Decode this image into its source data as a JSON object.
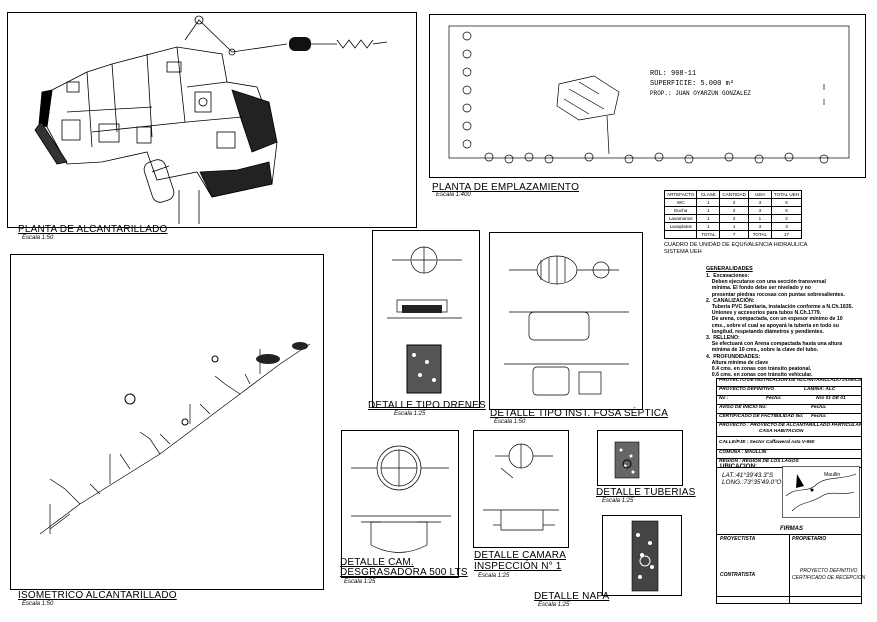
{
  "planta_alcantarillado": {
    "title": "PLANTA DE ALCANTARILLADO",
    "scale": "Escala 1:50"
  },
  "emplazamiento": {
    "title": "PLANTA DE EMPLAZAMIENTO",
    "scale": "Escala 1:400",
    "rol": "ROL: 908-11",
    "superficie": "SUPERFICIE: 5.000 m²",
    "prop": "PROP.: JUAN OYARZUN GONZALEZ"
  },
  "ueh_table": {
    "headers": [
      "ARTEFACTO",
      "CLASE",
      "CANTIDAD",
      "UEH",
      "TOTAL UEH"
    ],
    "rows": [
      [
        "WC",
        "1",
        "2",
        "3",
        "6"
      ],
      [
        "Ducha",
        "1",
        "2",
        "3",
        "6"
      ],
      [
        "Lavamanos",
        "1",
        "2",
        "1",
        "2"
      ],
      [
        "Lavaplatos",
        "1",
        "1",
        "3",
        "3"
      ]
    ],
    "total_row": [
      "",
      "TOTAL",
      "7",
      "TOTAL",
      "17"
    ],
    "caption1": "CUADRO DE UNIDAD DE EQUIVALENCIA HIDRAULICA",
    "caption2": "SISTEMA UEH"
  },
  "generalidades": {
    "title": "GENERALIDADES",
    "text": "1.  Excavaciones:\n    Deben ejecutarse con una sección transversal\n    mínima. El fondo debe ser nivelado y no\n    presentar piedras rocosas con puntas sobresalientes.\n2.  CANALIZACIÓN:\n    Tubería PVC Sanitaria, instalación conforme a N.Ch.1635.\n    Uniones y accesorios para tubos N.Ch.1779.\n    De arena, compactada, con un espesor mínimo de 10\n    cms., sobre el cual se apoyará la tubería en todo su\n    longitud, respetando diámetros y pendientes.\n3.  RELLENO:\n    Se efectuará con Arena compactada hasta una altura\n    mínima de 10 cms., sobre la clave del tubo.\n4.  PROFUNDIDADES:\n    Altura mínima de clave\n    0.4 cms. en zonas con tránsito peatonal.\n    0.6 cms. en zonas con tránsito vehicular."
  },
  "title_block": {
    "project": "PROYECTO DE INSTALACION DE ALCANTARILLADO DOMICILIARIO",
    "tipo": "PROYECTO DEFINITIVO",
    "lamina": "LAMINA: ALC",
    "no": "No :",
    "fecha1": "Fecha:",
    "lam_no": "Nro 01 DE 01",
    "aviso": "AVISO DE INICIO  No:",
    "fecha2": "Fecha:",
    "cert": "CERTIFICADO DE FACTIBILIDAD No:",
    "fecha3": "Fecha:",
    "proyecto": "PROYECTO    : PROYECTO DE ALCANTARILLADO PARTICULAR",
    "proyecto2": "CASA HABITACION",
    "calle": "CALLE/PJE : Sector Caffaweral ruta V-950",
    "comuna": "COMUNA     : MAULLIN",
    "region": "REGION      : REGION DE LOS LAGOS",
    "ubicacion": "UBICACION:",
    "lat": "LAT.:41°39'43.3\"S",
    "long": "LONG.:73°35'49.0\"O",
    "map_label": "Maullín",
    "firmas": "FIRMAS",
    "proyectista": "PROYECTISTA",
    "propietario": "PROPIETARIO",
    "contratista": "CONTRATISTA",
    "def": "PROYECTO DEFINITIVO",
    "cert_rec": "CERTIFICADO DE RECEPCION"
  },
  "details": {
    "drenes": {
      "title": "DETALLE TIPO DRENES",
      "scale": "Escala 1:25"
    },
    "fosa": {
      "title": "DETALLE TIPO INST. FOSA SÉPTICA",
      "scale": "Escala 1:50"
    },
    "tuberias": {
      "title": "DETALLE TUBERIAS",
      "scale": "Escala 1:25"
    },
    "desgrasadora": {
      "title1": "DETALLE CAM.",
      "title2": "DESGRASADORA 500 LTS",
      "scale": "Escala 1:25"
    },
    "camara": {
      "title1": "DETALLE CAMARA",
      "title2": "INSPECCIÓN N° 1",
      "scale": "Escala 1:25"
    },
    "napa": {
      "title": "DETALLE NAPA",
      "scale": "Escala 1:25"
    },
    "isometrico": {
      "title": "ISOMETRICO ALCANTARILLADO",
      "scale": "Escala 1:50"
    }
  }
}
